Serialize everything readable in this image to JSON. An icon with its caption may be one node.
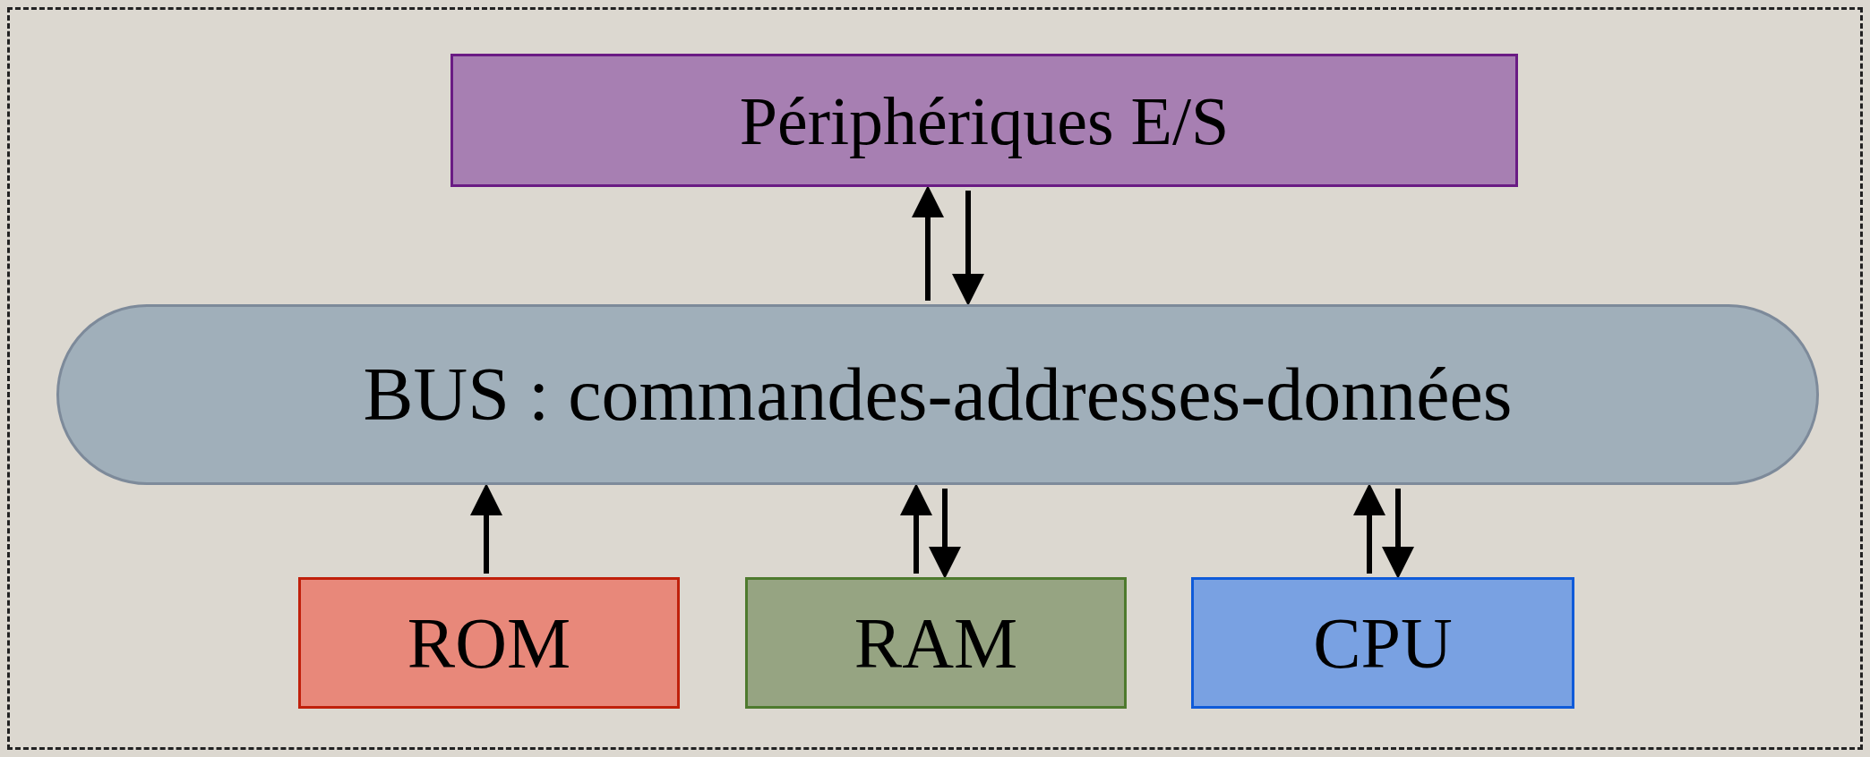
{
  "diagram": {
    "nodes": [
      {
        "text": [
          "Périphériques E/S"
        ]
      },
      {
        "text": [
          "BUS : commandes-addresses-données"
        ]
      },
      {
        "text": [
          "ROM"
        ]
      },
      {
        "text": [
          "RAM"
        ]
      },
      {
        "text": [
          "CPU"
        ]
      }
    ],
    "edges": [
      {
        "from": 1,
        "to": 0,
        "arrow": "to"
      },
      {
        "from": 0,
        "to": 1,
        "arrow": "to"
      },
      {
        "from": 2,
        "to": 1,
        "arrow": "to"
      },
      {
        "from": 3,
        "to": 1,
        "arrow": "to"
      },
      {
        "from": 1,
        "to": 3,
        "arrow": "to"
      },
      {
        "from": 4,
        "to": 1,
        "arrow": "to"
      },
      {
        "from": 1,
        "to": 4,
        "arrow": "to"
      }
    ]
  }
}
